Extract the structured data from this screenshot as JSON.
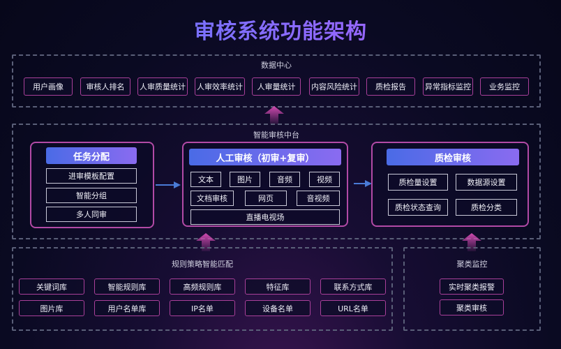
{
  "title": "审核系统功能架构",
  "data_center": {
    "label": "数据中心",
    "items": [
      "用户画像",
      "审核人排名",
      "人审质量统计",
      "人审效率统计",
      "人审量统计",
      "内容风险统计",
      "质检报告",
      "异常指标监控",
      "业务监控"
    ]
  },
  "smart_center": {
    "label": "智能审核中台",
    "task": {
      "header": "任务分配",
      "items": [
        "进审模板配置",
        "智能分组",
        "多人同审"
      ]
    },
    "manual": {
      "header": "人工审核（初审+复审）",
      "items": [
        "文本",
        "图片",
        "音频",
        "视频",
        "文档审核",
        "网页",
        "音视频",
        "直播电视场"
      ]
    },
    "qc": {
      "header": "质检审核",
      "items": [
        "质检量设置",
        "数据源设置",
        "质检状态查询",
        "质检分类"
      ]
    }
  },
  "rules": {
    "label": "规则策略智能匹配",
    "row1": [
      "关键词库",
      "智能规则库",
      "高频规则库",
      "特征库",
      "联系方式库"
    ],
    "row2": [
      "图片库",
      "用户名单库",
      "IP名单",
      "设备名单",
      "URL名单"
    ]
  },
  "cluster": {
    "label": "聚类监控",
    "items": [
      "实时聚类报警",
      "聚类审核"
    ]
  },
  "colors": {
    "accent_magenta": "#b24aa6",
    "header_blue": "#4a6be6",
    "arrow_blue": "#4a7bd6",
    "arrow_up": "#c23fa6"
  }
}
